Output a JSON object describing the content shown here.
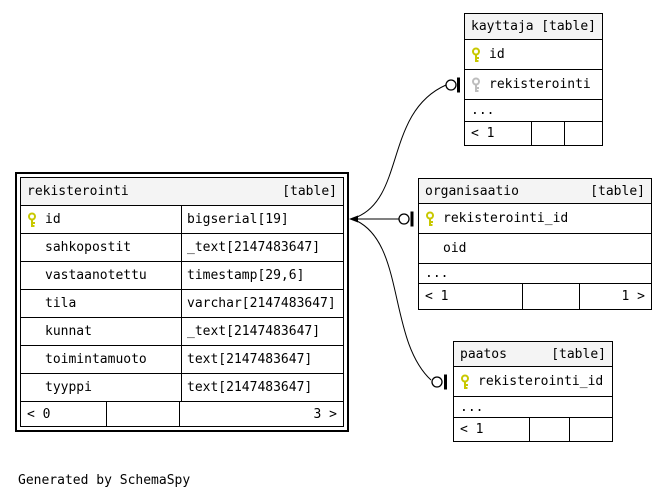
{
  "footer_note": "Generated by SchemaSpy",
  "colors": {
    "primary_key_icon": "#c8c800",
    "foreign_key_icon": "#bdbdbd",
    "header_bg": "#f4f4f4",
    "border": "#000000",
    "background": "#ffffff"
  },
  "tables": {
    "rekisterointi": {
      "title": "rekisterointi",
      "tag": "[table]",
      "columns": [
        {
          "name": "id",
          "type": "bigserial[19]",
          "key": "primary"
        },
        {
          "name": "sahkopostit",
          "type": "_text[2147483647]",
          "key": "none"
        },
        {
          "name": "vastaanotettu",
          "type": "timestamp[29,6]",
          "key": "none"
        },
        {
          "name": "tila",
          "type": "varchar[2147483647]",
          "key": "none"
        },
        {
          "name": "kunnat",
          "type": "_text[2147483647]",
          "key": "none"
        },
        {
          "name": "toimintamuoto",
          "type": "text[2147483647]",
          "key": "none"
        },
        {
          "name": "tyyppi",
          "type": "text[2147483647]",
          "key": "none"
        }
      ],
      "footer": {
        "left": "< 0",
        "middle": "",
        "right": "3 >"
      }
    },
    "kayttaja": {
      "title": "kayttaja",
      "tag": "[table]",
      "columns": [
        {
          "name": "id",
          "key": "primary"
        },
        {
          "name": "rekisterointi",
          "key": "foreign"
        }
      ],
      "ellipsis": "...",
      "footer": {
        "left": "< 1",
        "middle": "",
        "right": ""
      }
    },
    "organisaatio": {
      "title": "organisaatio",
      "tag": "[table]",
      "columns": [
        {
          "name": "rekisterointi_id",
          "key": "primary"
        },
        {
          "name": "oid",
          "key": "none"
        }
      ],
      "ellipsis": "...",
      "footer": {
        "left": "< 1",
        "middle": "",
        "right": "1 >"
      }
    },
    "paatos": {
      "title": "paatos",
      "tag": "[table]",
      "columns": [
        {
          "name": "rekisterointi_id",
          "key": "primary"
        }
      ],
      "ellipsis": "...",
      "footer": {
        "left": "< 1",
        "middle": "",
        "right": ""
      }
    }
  }
}
